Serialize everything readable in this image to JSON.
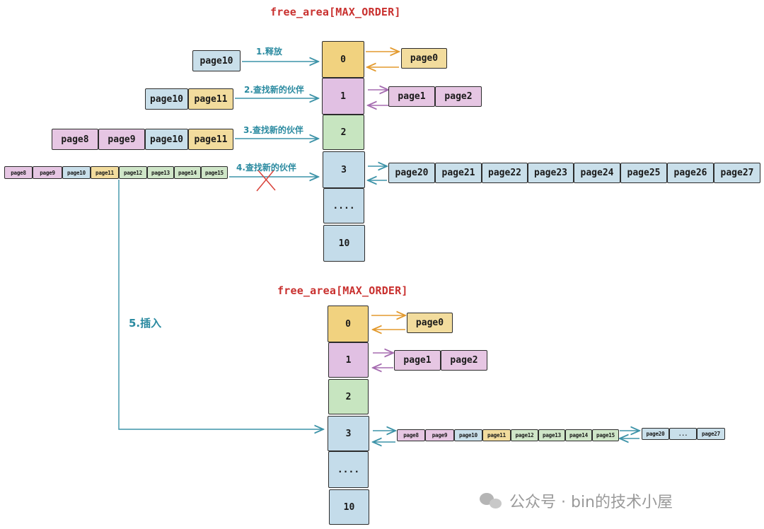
{
  "top": {
    "title": "free_area[MAX_ORDER]",
    "slots": [
      "0",
      "1",
      "2",
      "3",
      "....",
      "10"
    ],
    "steps": [
      "1.释放",
      "2.查找新的伙伴",
      "3.查找新的伙伴",
      "4.查找新的伙伴"
    ],
    "step1_pages": [
      "page10"
    ],
    "step2_pages": [
      "page10",
      "page11"
    ],
    "step3_pages": [
      "page8",
      "page9",
      "page10",
      "page11"
    ],
    "step4_pages": [
      "page8",
      "page9",
      "page10",
      "page11",
      "page12",
      "page13",
      "page14",
      "page15"
    ],
    "list0": [
      "page0"
    ],
    "list1": [
      "page1",
      "page2"
    ],
    "list3": [
      "page20",
      "page21",
      "page22",
      "page23",
      "page24",
      "page25",
      "page26",
      "page27"
    ]
  },
  "insert_label": "5.插入",
  "bottom": {
    "title": "free_area[MAX_ORDER]",
    "slots": [
      "0",
      "1",
      "2",
      "3",
      "....",
      "10"
    ],
    "list0": [
      "page0"
    ],
    "list1": [
      "page1",
      "page2"
    ],
    "list3a": [
      "page8",
      "page9",
      "page10",
      "page11",
      "page12",
      "page13",
      "page14",
      "page15"
    ],
    "list3b": [
      "page20",
      "...",
      "page27"
    ]
  },
  "watermark": "公众号 · bin的技术小屋",
  "colors": {
    "title": "#c9312f",
    "label": "#2a8aa0",
    "arrow_teal": "#3d93a8",
    "arrow_orange": "#e39a2e",
    "arrow_purple": "#a56bb0",
    "cross": "#d9423a"
  }
}
